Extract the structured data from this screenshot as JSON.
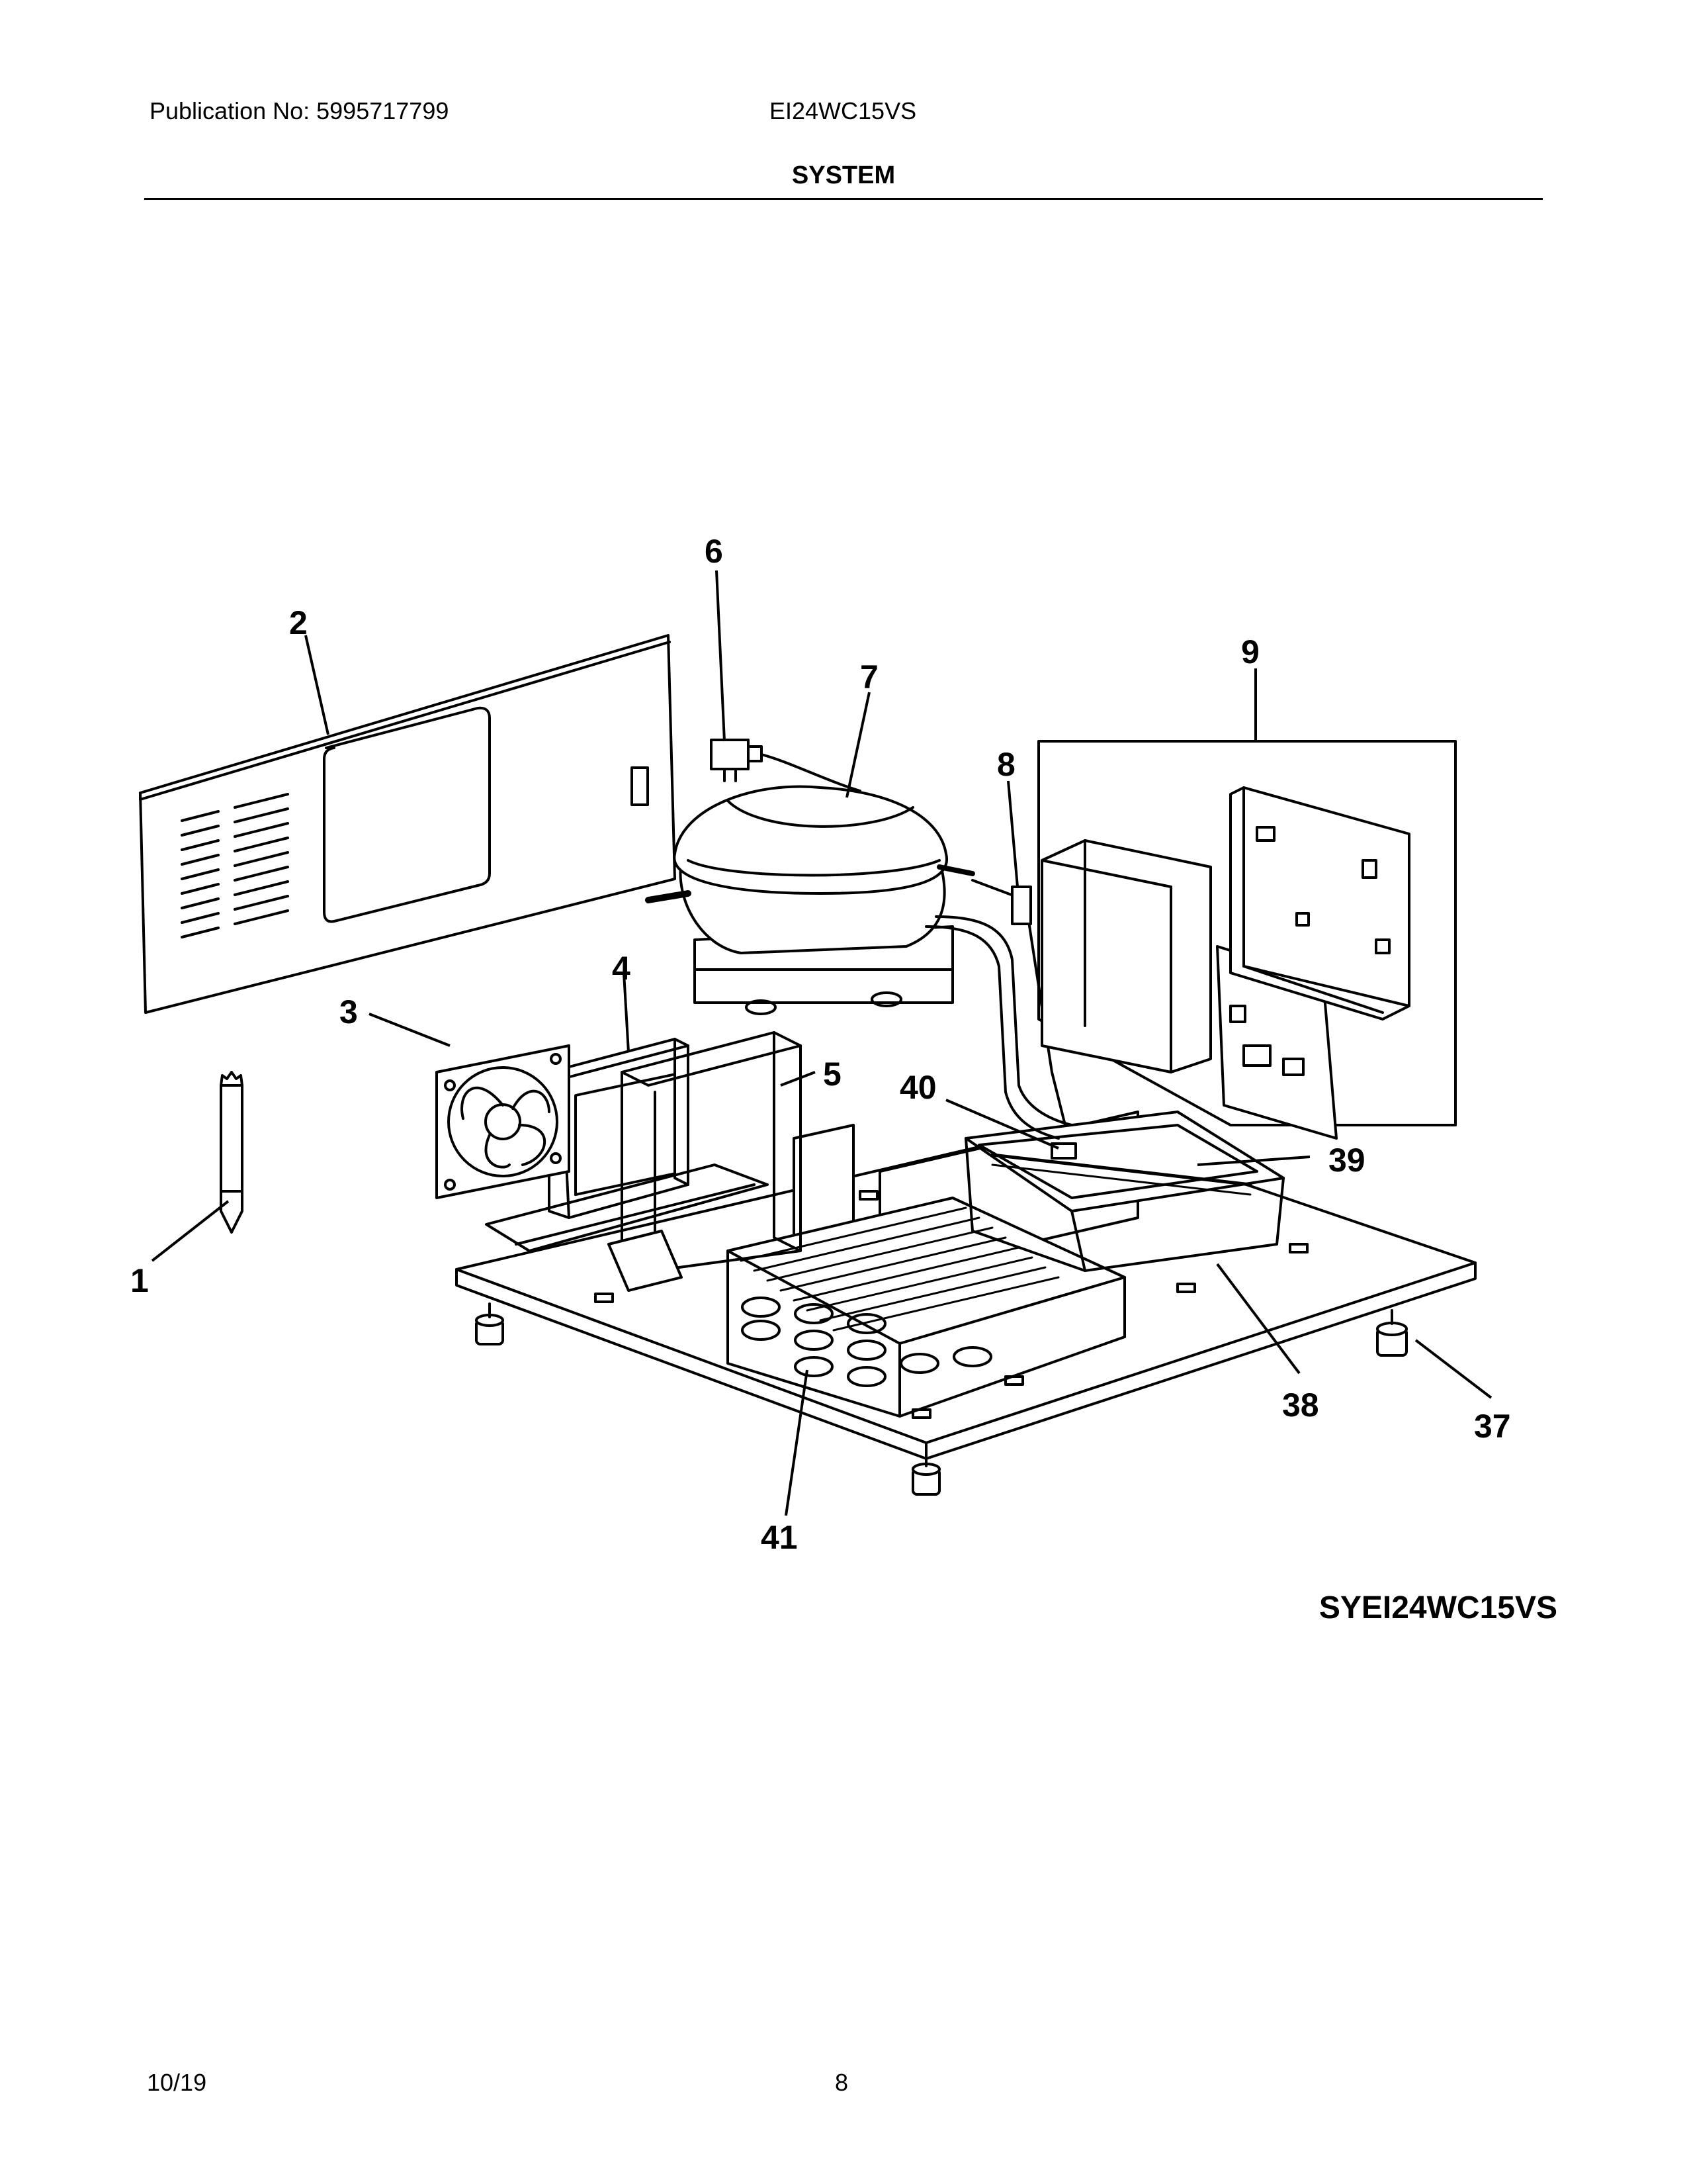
{
  "header": {
    "publication": "Publication No: 5995717799",
    "model": "EI24WC15VS",
    "section": "SYSTEM"
  },
  "callouts": {
    "c1": "1",
    "c2": "2",
    "c3": "3",
    "c4": "4",
    "c5": "5",
    "c6": "6",
    "c7": "7",
    "c8": "8",
    "c9": "9",
    "c37": "37",
    "c38": "38",
    "c39": "39",
    "c40": "40",
    "c41": "41"
  },
  "figure_code": "SYEI24WC15VS",
  "footer": {
    "date": "10/19",
    "page": "8"
  }
}
